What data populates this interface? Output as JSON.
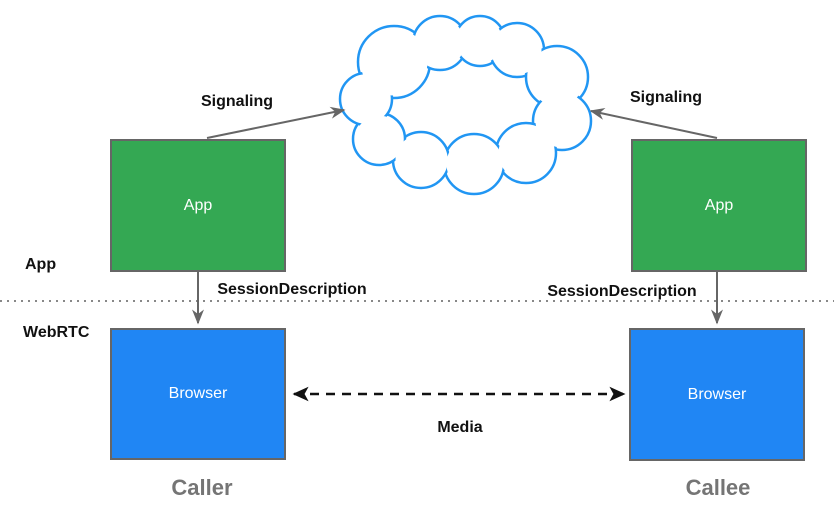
{
  "nodes": {
    "caller_app_label": "App",
    "callee_app_label": "App",
    "caller_browser_label": "Browser",
    "callee_browser_label": "Browser"
  },
  "captions": {
    "caller": "Caller",
    "callee": "Callee"
  },
  "layer_labels": {
    "app": "App",
    "webrtc": "WebRTC"
  },
  "edge_labels": {
    "signaling_left": "Signaling",
    "signaling_right": "Signaling",
    "session_description_left": "SessionDescription",
    "session_description_right": "SessionDescription",
    "media": "Media"
  },
  "colors": {
    "app_box_fill": "#34a853",
    "browser_box_fill": "#2086f4",
    "box_border": "#666666",
    "cloud_stroke": "#2196f3",
    "signaling_arrow": "#666666",
    "media_arrow": "#111111",
    "divider_dots": "#888888",
    "caption_text": "#757575",
    "box_text": "#ffffff",
    "label_text": "#111111"
  }
}
